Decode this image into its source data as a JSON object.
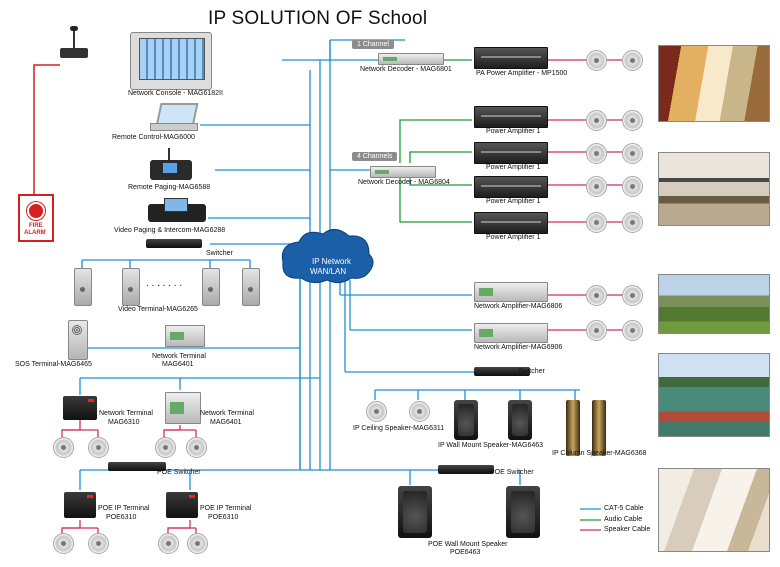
{
  "title": "IP SOLUTION OF School",
  "network": {
    "line1": "IP Network",
    "line2": "WAN/LAN"
  },
  "tags": {
    "one_channel": "1 Channel",
    "four_channels": "4 Channels"
  },
  "fire_alarm": {
    "line1": "FIRE",
    "line2": "ALARM"
  },
  "left": {
    "console": "Network Console - MAG6182II",
    "remote_control": "Remote Control-MAG6000",
    "remote_paging": "Remote Paging-MAG6588",
    "video_paging": "Video  Paging  & Intercom-MAG6288",
    "switcher": "Switcher",
    "dots": ". . . . . . .",
    "video_terminal": "Video Terminal-MAG6265",
    "sos_terminal": "SOS Terminal-MAG6465",
    "net_term_6401a_1": "Network Terminal",
    "net_term_6401a_2": "MAG6401",
    "net_term_6310_1": "Network Terminal",
    "net_term_6310_2": "MAG6310",
    "net_term_6401b_1": "Network Terminal",
    "net_term_6401b_2": "MAG6401",
    "poe_switcher": "POE Switcher",
    "poe_term_a_1": "POE IP Terminal",
    "poe_term_a_2": "POE6310",
    "poe_term_b_1": "POE IP Terminal",
    "poe_term_b_2": "POE6310"
  },
  "right": {
    "decoder_6801": "Network Decoder - MAG6801",
    "pa_amp": "PA Power Amplifier - MP1500",
    "decoder_6804": "Network Decoder - MAG6804",
    "power_amp": "Power Amplifier 1",
    "net_amp_6806": "Network Amplifier-MAG6806",
    "net_amp_6906": "Network Amplifier-MAG6906",
    "switcher": "Switcher",
    "ceiling_speaker": "IP Ceiling Speaker-MAG6311",
    "wall_speaker": "IP Wall Mount Speaker-MAG6463",
    "column_speaker": "IP Column Speaker-MAG6368",
    "poe_switcher": "POE Switcher",
    "poe_wall_1": "POE Wall Mount Speaker",
    "poe_wall_2": "POE6463"
  },
  "legend": {
    "cat5": "CAT-5 Cable",
    "audio": "Audio Cable",
    "speaker": "Speaker Cable"
  },
  "colors": {
    "cat5": "#1f8fd6",
    "audio": "#1f9a3a",
    "speaker": "#d12c6c",
    "alarm": "#d42020"
  }
}
